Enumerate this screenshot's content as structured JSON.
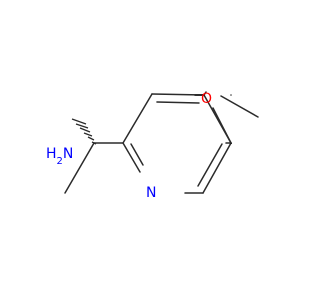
{
  "molecule": {
    "atoms": {
      "amine": "H2N",
      "pyridine_nitrogen": "N",
      "oxygen": "O"
    },
    "colors": {
      "bond": "#2b2b2b",
      "nitrogen": "#0000ff",
      "oxygen": "#ff0000",
      "background": "#ffffff"
    }
  }
}
